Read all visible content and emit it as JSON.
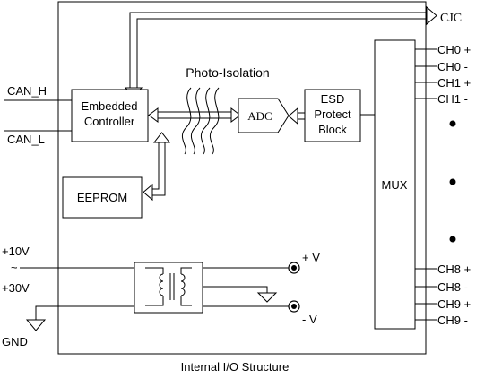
{
  "caption": "Internal I/O Structure",
  "blocks": {
    "controller": [
      "Embedded",
      "Controller"
    ],
    "eeprom": "EEPROM",
    "adc": "ADC",
    "esd": [
      "ESD",
      "Protect",
      "Block"
    ],
    "mux": "MUX"
  },
  "labels": {
    "photo_isolation": "Photo-Isolation",
    "cjc": "CJC",
    "can_h": "CAN_H",
    "can_l": "CAN_L",
    "supply_high": "+10V",
    "supply_tilde": "~",
    "supply_low": "+30V",
    "gnd": "GND",
    "plus_v": "+ V",
    "minus_v": "- V"
  },
  "channels_top": [
    "CH0 +",
    "CH0 -",
    "CH1 +",
    "CH1 -"
  ],
  "channels_bottom": [
    "CH8 +",
    "CH8 -",
    "CH9 +",
    "CH9 -"
  ],
  "colors": {
    "line": "#000000",
    "background": "#ffffff"
  }
}
